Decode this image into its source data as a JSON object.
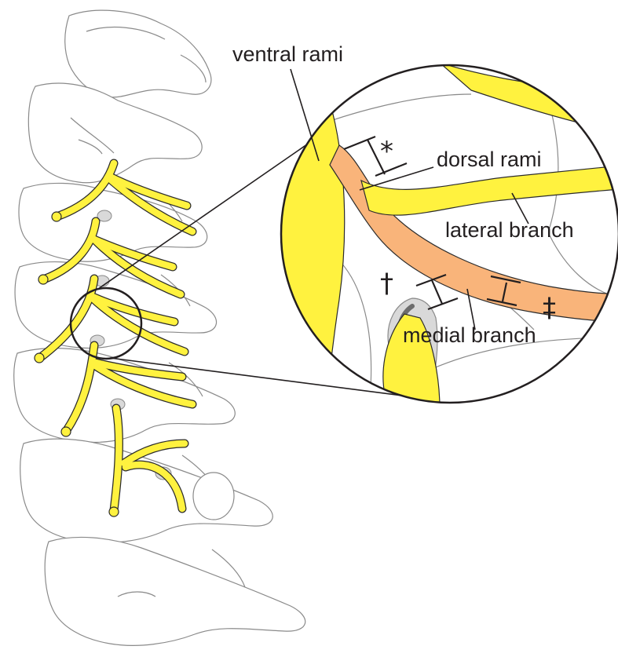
{
  "labels": {
    "ventral_rami": "ventral rami",
    "dorsal_rami": "dorsal rami",
    "lateral_branch": "lateral branch",
    "medial_branch": "medial branch"
  },
  "markers": {
    "asterisk": "*",
    "dagger": "†",
    "double_dagger": "‡"
  },
  "colors": {
    "nerve_yellow": "#fff23f",
    "dorsal_ramus_orange": "#f9b47a",
    "bone_outline": "#8a8a8a",
    "text": "#231f20"
  }
}
